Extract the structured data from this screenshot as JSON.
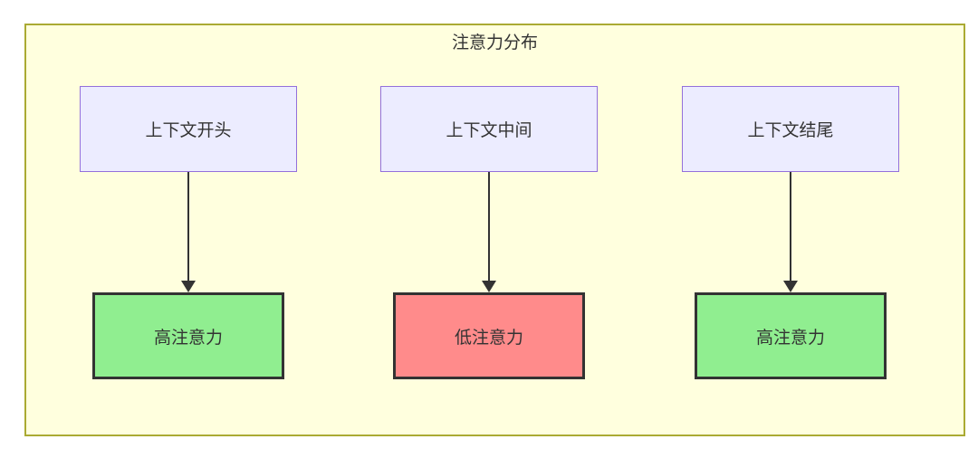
{
  "diagram": {
    "title": "注意力分布",
    "colors": {
      "canvas_bg": "#ffffff",
      "container_fill": "#ffffde",
      "container_border": "#aaaa33",
      "node_fill": "#ececff",
      "node_border": "#9370db",
      "high_attention_fill": "#90ee90",
      "low_attention_fill": "#ff8b8b",
      "result_border": "#333333",
      "arrow_color": "#333333",
      "text_color": "#333333"
    },
    "columns": [
      {
        "source": "上下文开头",
        "result": "高注意力",
        "result_type": "high"
      },
      {
        "source": "上下文中间",
        "result": "低注意力",
        "result_type": "low"
      },
      {
        "source": "上下文结尾",
        "result": "高注意力",
        "result_type": "high"
      }
    ]
  }
}
